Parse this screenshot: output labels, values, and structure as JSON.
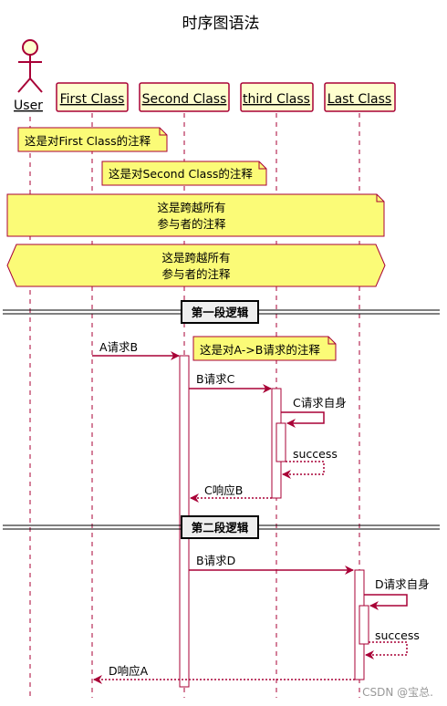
{
  "title": "时序图语法",
  "actor": {
    "label": "User"
  },
  "participants": [
    {
      "label": "First Class"
    },
    {
      "label": "Second Class"
    },
    {
      "label": "third Class"
    },
    {
      "label": "Last Class"
    }
  ],
  "notes": {
    "first": "这是对First Class的注释",
    "second": "这是对Second Class的注释",
    "span_line1": "这是跨越所有",
    "span_line2": "参与者的注释",
    "hex_line1": "这是跨越所有",
    "hex_line2": "参与者的注释",
    "ab": "这是对A->B请求的注释"
  },
  "dividers": {
    "first": "第一段逻辑",
    "second": "第二段逻辑"
  },
  "messages": {
    "a_req_b": "A请求B",
    "b_req_c": "B请求C",
    "c_self": "C请求自身",
    "c_success": "success",
    "c_resp_b": "C响应B",
    "b_req_d": "B请求D",
    "d_self": "D请求自身",
    "d_success": "success",
    "d_resp_a": "D响应A"
  },
  "watermark": "CSDN @宝总.",
  "colors": {
    "line": "#A80036",
    "note_fill": "#FBFB77",
    "participant_fill": "#FEFECE",
    "divider_fill": "#EEEEEE"
  }
}
